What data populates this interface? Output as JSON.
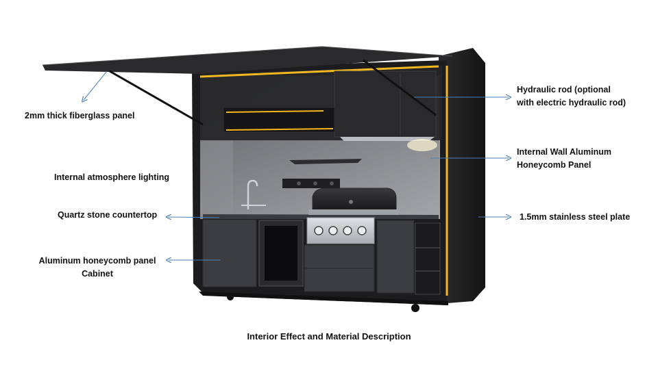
{
  "title": "Interior Effect and Material Description",
  "labels": {
    "fiberglass_panel": "2mm thick fiberglass panel",
    "atmosphere_lighting": "Internal atmosphere lighting",
    "quartz_countertop": "Quartz stone countertop",
    "cabinet_line1": "Aluminum honeycomb panel",
    "cabinet_line2": "Cabinet",
    "hydraulic_line1": "Hydraulic rod (optional",
    "hydraulic_line2": "with electric hydraulic rod)",
    "wall_line1": "Internal Wall Aluminum",
    "wall_line2": "Honeycomb Panel",
    "steel_plate": "1.5mm stainless steel plate"
  },
  "colors": {
    "body": "#1e1e20",
    "panel": "#2a2a2c",
    "wall": "#8b8c8f",
    "led": "#f5b820",
    "arrow": "#4a7fb5",
    "steel": "#c9ccd0"
  }
}
